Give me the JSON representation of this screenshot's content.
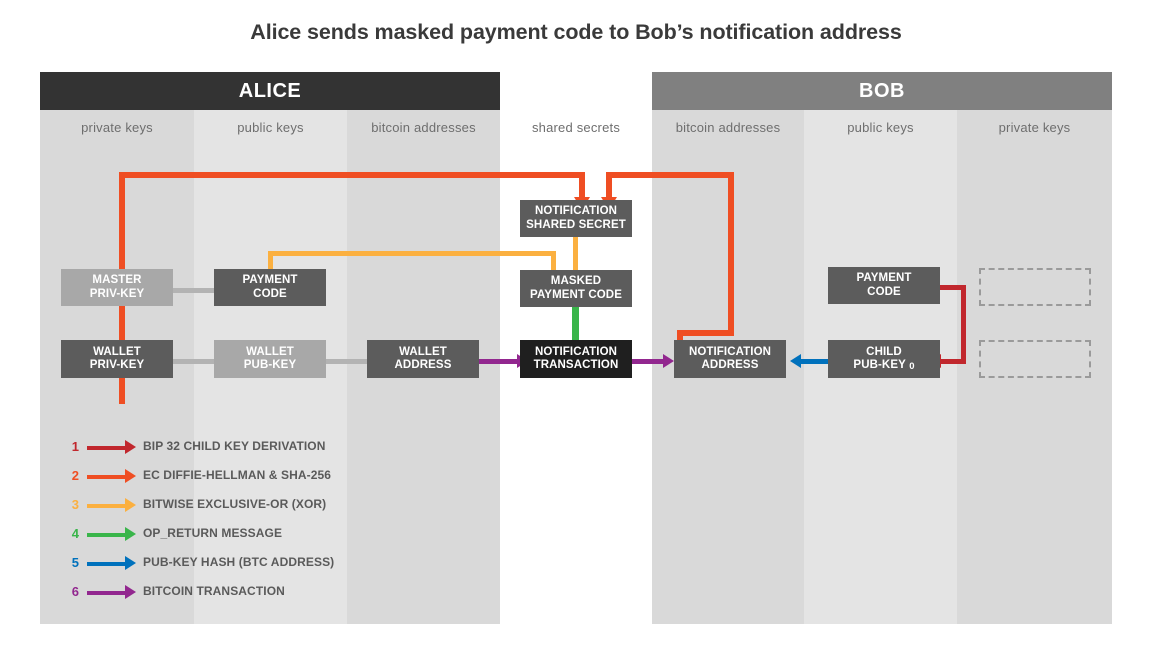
{
  "title": "Alice sends masked payment code to Bob’s notification address",
  "parties": [
    {
      "name": "ALICE",
      "color": "#333333"
    },
    {
      "name": "BOB",
      "color": "#808080"
    }
  ],
  "columns": [
    {
      "key": "alice_private",
      "label": "private keys"
    },
    {
      "key": "alice_public",
      "label": "public keys"
    },
    {
      "key": "alice_address",
      "label": "bitcoin addresses"
    },
    {
      "key": "shared",
      "label": "shared secrets"
    },
    {
      "key": "bob_address",
      "label": "bitcoin addresses"
    },
    {
      "key": "bob_public",
      "label": "public keys"
    },
    {
      "key": "bob_private",
      "label": "private keys"
    }
  ],
  "nodes": [
    {
      "id": "master_priv",
      "line1": "MASTER",
      "line2": "PRIV-KEY",
      "style": "light"
    },
    {
      "id": "payment_code_a",
      "line1": "PAYMENT",
      "line2": "CODE",
      "style": "dark"
    },
    {
      "id": "notif_secret",
      "line1": "NOTIFICATION",
      "line2": "SHARED SECRET",
      "style": "dark"
    },
    {
      "id": "masked_code",
      "line1": "MASKED",
      "line2": "PAYMENT CODE",
      "style": "dark"
    },
    {
      "id": "payment_code_b",
      "line1": "PAYMENT",
      "line2": "CODE",
      "style": "dark"
    },
    {
      "id": "wallet_priv",
      "line1": "WALLET",
      "line2": "PRIV-KEY",
      "style": "dark"
    },
    {
      "id": "wallet_pub",
      "line1": "WALLET",
      "line2": "PUB-KEY",
      "style": "light"
    },
    {
      "id": "wallet_address",
      "line1": "WALLET",
      "line2": "ADDRESS",
      "style": "dark"
    },
    {
      "id": "notif_tx",
      "line1": "NOTIFICATION",
      "line2": "TRANSACTION",
      "style": "black"
    },
    {
      "id": "notif_address",
      "line1": "NOTIFICATION",
      "line2": "ADDRESS",
      "style": "dark"
    },
    {
      "id": "child_pub",
      "line1": "CHILD",
      "line2": "PUB-KEY",
      "subscript": "0",
      "style": "dark"
    },
    {
      "id": "ghost_top",
      "line1": "",
      "line2": "",
      "style": "ghost"
    },
    {
      "id": "ghost_bottom",
      "line1": "",
      "line2": "",
      "style": "ghost"
    }
  ],
  "legend": [
    {
      "num": "1",
      "label": "BIP 32 CHILD KEY DERIVATION",
      "color": "#c1272d"
    },
    {
      "num": "2",
      "label": "EC DIFFIE-HELLMAN & SHA-256",
      "color": "#ef4e23"
    },
    {
      "num": "3",
      "label": "BITWISE EXCLUSIVE-OR (XOR)",
      "color": "#fbb040"
    },
    {
      "num": "4",
      "label": "OP_RETURN MESSAGE",
      "color": "#39b54a"
    },
    {
      "num": "5",
      "label": "PUB-KEY HASH (BTC ADDRESS)",
      "color": "#0071bc"
    },
    {
      "num": "6",
      "label": "BITCOIN TRANSACTION",
      "color": "#92278f"
    }
  ],
  "palette": {
    "grey_link": "#b3b3b3",
    "band_dark": "#d9d9d9",
    "band_light": "#e4e4e4",
    "band_white": "#ffffff"
  }
}
